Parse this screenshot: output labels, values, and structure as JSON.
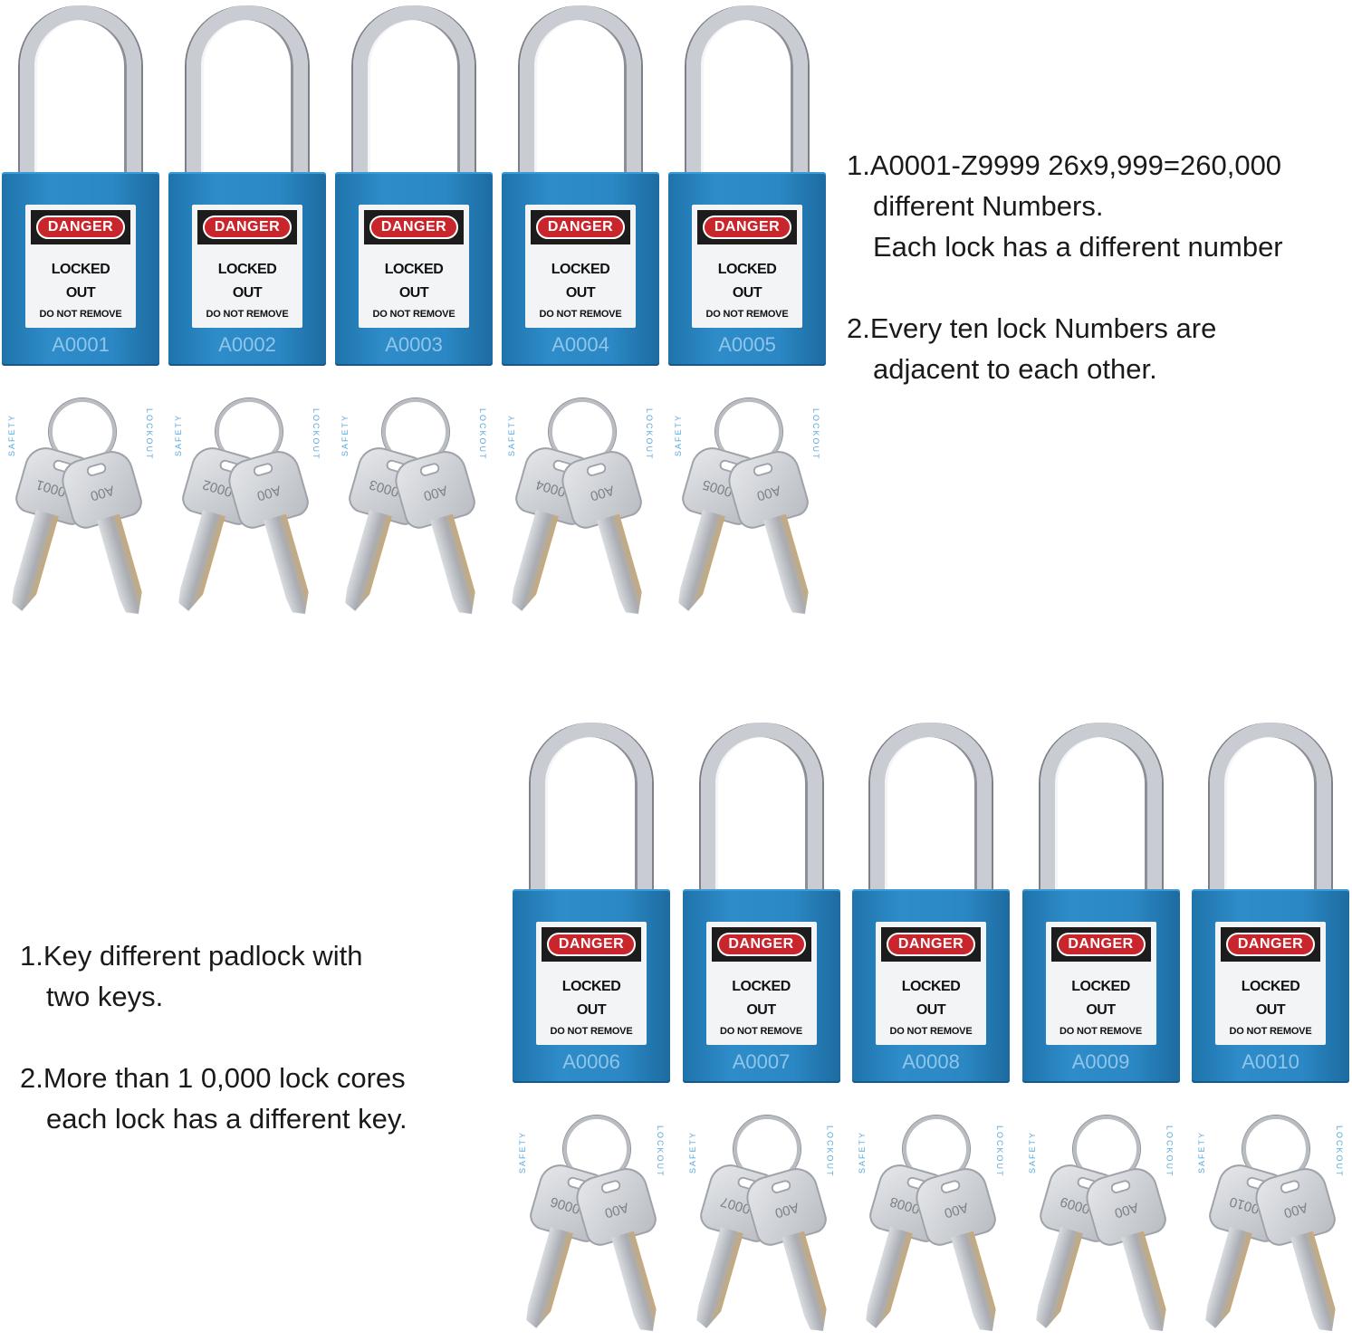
{
  "lock_label": {
    "danger": "DANGER",
    "locked": "LOCKED",
    "out": "OUT",
    "do_not_remove": "DO NOT REMOVE",
    "side_left": "SAFETY",
    "side_right": "LOCKOUT"
  },
  "top_locks": [
    {
      "code": "A0001",
      "key_code": "A0001",
      "key_code_short": "A00"
    },
    {
      "code": "A0002",
      "key_code": "A0002",
      "key_code_short": "A00"
    },
    {
      "code": "A0003",
      "key_code": "A0003",
      "key_code_short": "A00"
    },
    {
      "code": "A0004",
      "key_code": "A0004",
      "key_code_short": "A00"
    },
    {
      "code": "A0005",
      "key_code": "A0005",
      "key_code_short": "A00"
    }
  ],
  "bottom_locks": [
    {
      "code": "A0006",
      "key_code": "A0006",
      "key_code_short": "A00"
    },
    {
      "code": "A0007",
      "key_code": "A0007",
      "key_code_short": "A00"
    },
    {
      "code": "A0008",
      "key_code": "A0008",
      "key_code_short": "A00"
    },
    {
      "code": "A0009",
      "key_code": "A0009",
      "key_code_short": "A00"
    },
    {
      "code": "A0010",
      "key_code": "A0010",
      "key_code_short": "A00"
    }
  ],
  "top_notes": [
    {
      "lines": [
        "1.A0001-Z9999 26x9,999=260,000",
        "different Numbers.",
        "Each lock has a different number"
      ]
    },
    {
      "lines": [
        "2.Every ten lock Numbers are",
        "adjacent to each other."
      ]
    }
  ],
  "bottom_notes": [
    {
      "lines": [
        "1.Key different padlock with",
        "two keys."
      ]
    },
    {
      "lines": [
        "2.More than 1 0,000 lock cores",
        "each lock has a different key."
      ]
    }
  ],
  "colors": {
    "lock_body": "#2b88c4",
    "danger_red": "#c8262c",
    "code_text": "#8fc5ea",
    "metal": "#c9ccd2"
  }
}
